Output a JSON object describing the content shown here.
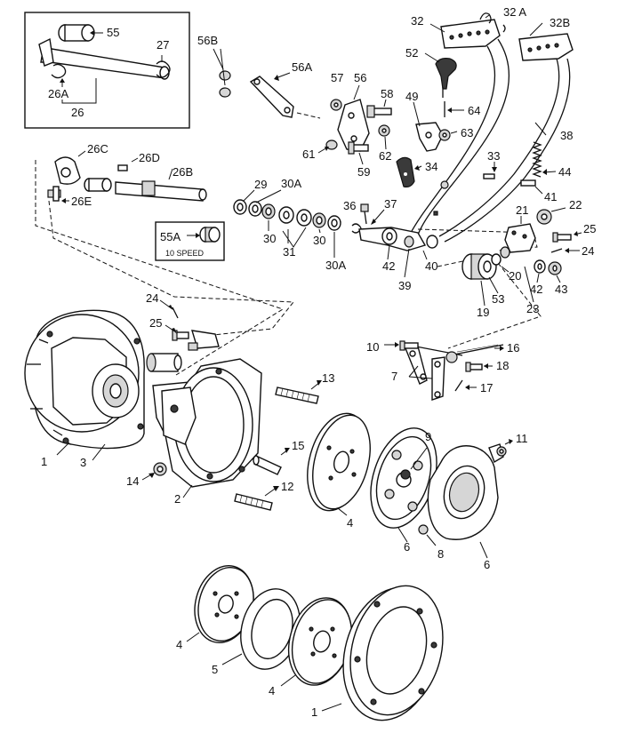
{
  "callouts": {
    "c55": "55",
    "c27": "27",
    "c26a": "26A",
    "c26": "26",
    "c56b": "56B",
    "c56a": "56A",
    "c57": "57",
    "c56": "56",
    "c58": "58",
    "c61": "61",
    "c59": "59",
    "c62": "62",
    "c49": "49",
    "c64": "64",
    "c63": "63",
    "c52": "52",
    "c32": "32",
    "c32a": "32 A",
    "c32b": "32B",
    "c38": "38",
    "c44": "44",
    "c41": "41",
    "c33": "33",
    "c34": "34",
    "c26c": "26C",
    "c26d": "26D",
    "c26b": "26B",
    "c26e": "26E",
    "c29": "29",
    "c30a_top": "30A",
    "c30_l": "30",
    "c31": "31",
    "c30_r": "30",
    "c30a_bot": "30A",
    "c36": "36",
    "c37": "37",
    "c42_l": "42",
    "c39": "39",
    "c40": "40",
    "c21": "21",
    "c22": "22",
    "c25_r": "25",
    "c24_r": "24",
    "c20": "20",
    "c42_r": "42",
    "c43": "43",
    "c23": "23",
    "c53": "53",
    "c19": "19",
    "c55a": "55A",
    "c24_l": "24",
    "c25_l": "25",
    "c13": "13",
    "c10": "10",
    "c16": "16",
    "c7": "7",
    "c18": "18",
    "c17": "17",
    "c9": "9",
    "c11": "11",
    "c1_top": "1",
    "c3": "3",
    "c14": "14",
    "c15": "15",
    "c12": "12",
    "c2": "2",
    "c4_top": "4",
    "c6_l": "6",
    "c8": "8",
    "c6_r": "6",
    "c4_bl": "4",
    "c5": "5",
    "c4_bm": "4",
    "c1_bot": "1"
  },
  "inset_10_speed": {
    "part": "55A",
    "caption": "10 SPEED"
  }
}
